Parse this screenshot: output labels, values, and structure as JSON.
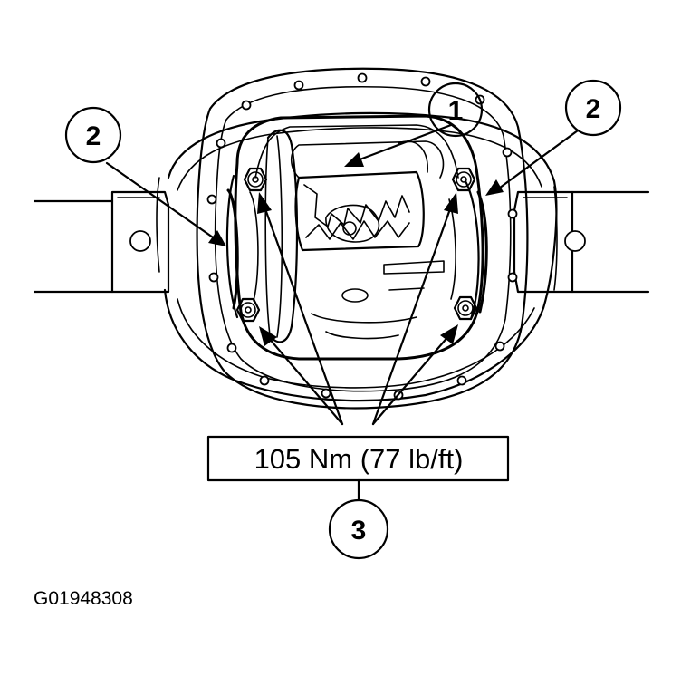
{
  "callouts": {
    "c1": "1",
    "c2_left": "2",
    "c2_right": "2",
    "c3": "3"
  },
  "torque_spec": "105 Nm (77 lb/ft)",
  "figure_id": "G01948308",
  "colors": {
    "ink": "#000000",
    "paper": "#ffffff"
  }
}
